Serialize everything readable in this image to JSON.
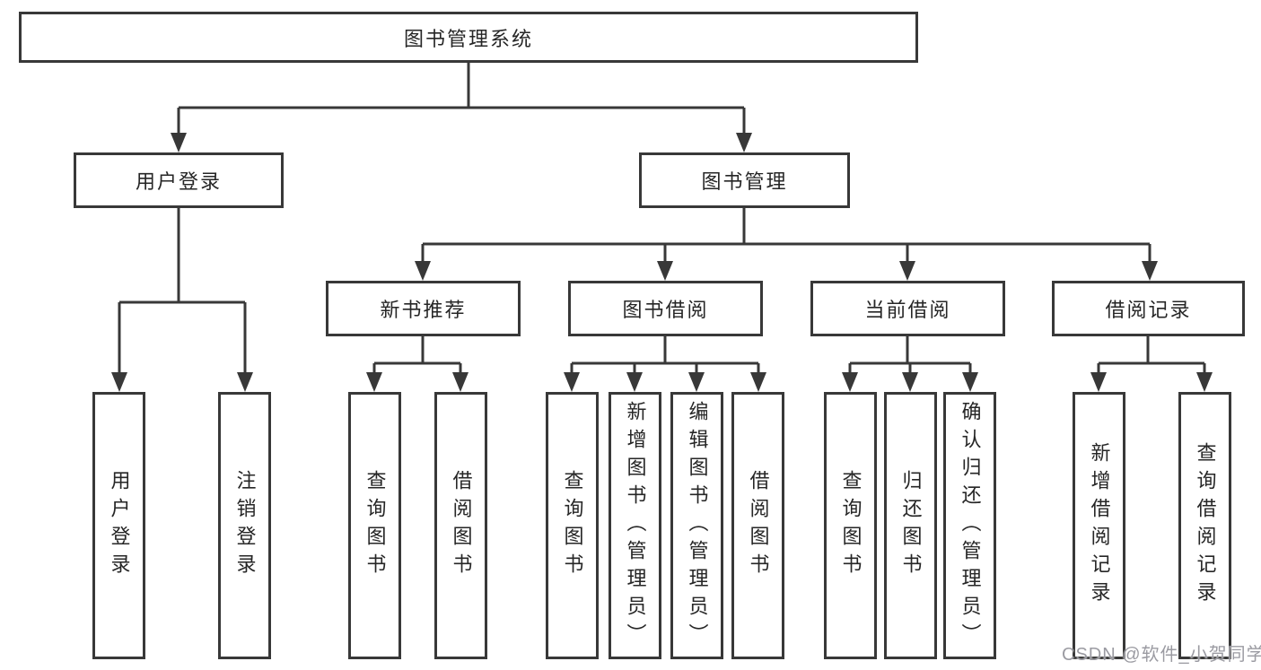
{
  "diagram": {
    "root": {
      "label": "图书管理系统"
    },
    "branches": [
      {
        "label": "用户登录",
        "children": [
          {
            "label": "用户登录"
          },
          {
            "label": "注销登录"
          }
        ]
      },
      {
        "label": "图书管理",
        "children": [
          {
            "label": "新书推荐",
            "children": [
              {
                "label": "查询图书"
              },
              {
                "label": "借阅图书"
              }
            ]
          },
          {
            "label": "图书借阅",
            "children": [
              {
                "label": "查询图书"
              },
              {
                "label": "新增图书（管理员）"
              },
              {
                "label": "编辑图书（管理员）"
              },
              {
                "label": "借阅图书"
              }
            ]
          },
          {
            "label": "当前借阅",
            "children": [
              {
                "label": "查询图书"
              },
              {
                "label": "归还图书"
              },
              {
                "label": "确认归还（管理员）"
              }
            ]
          },
          {
            "label": "借阅记录",
            "children": [
              {
                "label": "新增借阅记录"
              },
              {
                "label": "查询借阅记录"
              }
            ]
          }
        ]
      }
    ]
  },
  "watermark": {
    "text": "CSDN @软件_小贺同学"
  },
  "colors": {
    "line": "#383838",
    "box_border": "#383838",
    "text": "#262626",
    "watermark": "#9b9ba2"
  }
}
